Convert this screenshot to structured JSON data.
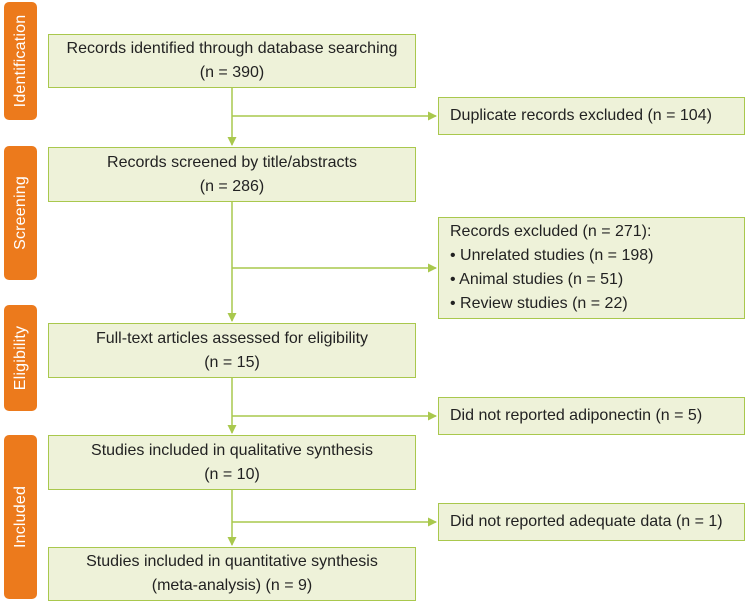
{
  "phases": {
    "identification": "Identification",
    "screening": "Screening",
    "eligibility": "Eligibility",
    "included": "Included"
  },
  "main_boxes": {
    "identified": {
      "line1": "Records identified through database searching",
      "line2": "(n = 390)"
    },
    "screened": {
      "line1": "Records screened by title/abstracts",
      "line2": "(n = 286)"
    },
    "fulltext": {
      "line1": "Full-text articles assessed for eligibility",
      "line2": "(n = 15)"
    },
    "qualitative": {
      "line1": "Studies included in qualitative synthesis",
      "line2": "(n = 10)"
    },
    "quantitative": {
      "line1": "Studies included in quantitative synthesis",
      "line2": "(meta-analysis) (n = 9)"
    }
  },
  "exclusion_boxes": {
    "duplicates": "Duplicate records excluded (n = 104)",
    "records_excluded": {
      "title": "Records excluded (n = 271):",
      "items": [
        "• Unrelated studies (n = 198)",
        "• Animal studies (n = 51)",
        "• Review studies (n = 22)"
      ]
    },
    "no_adiponectin": "Did not reported adiponectin (n = 5)",
    "no_data": "Did not reported adequate data (n = 1)"
  },
  "colors": {
    "phase_fill": "#ec7a1c",
    "box_fill": "#eef2d9",
    "box_border": "#a9c84d",
    "arrow": "#a9c84d"
  }
}
